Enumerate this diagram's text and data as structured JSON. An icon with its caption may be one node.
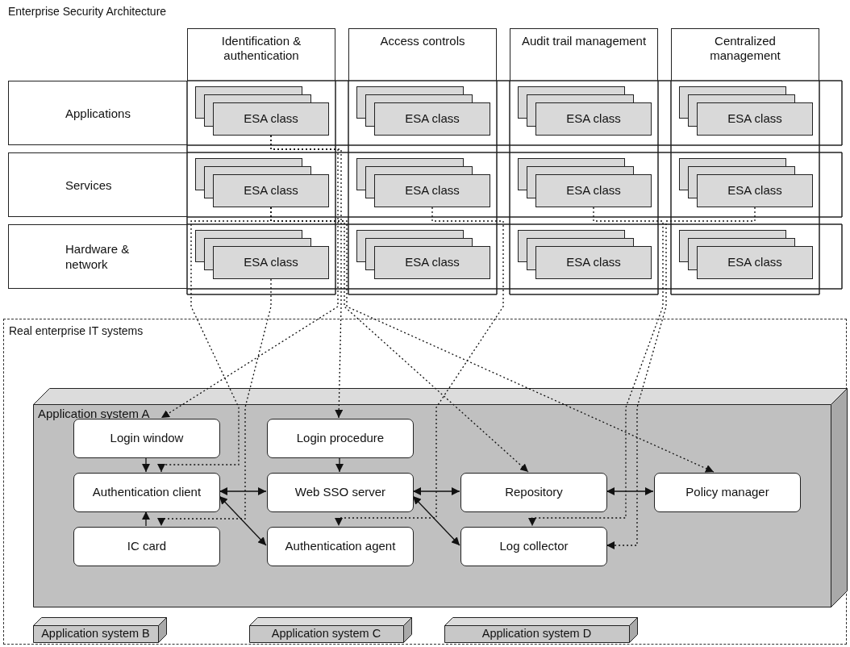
{
  "diagram": {
    "title": "Enterprise Security Architecture",
    "nodes": [
      {
        "text": [
          "Identification & authentication"
        ]
      },
      {
        "text": [
          "Access controls"
        ]
      },
      {
        "text": [
          "Audit trail management"
        ]
      },
      {
        "text": [
          "Centralized management"
        ]
      },
      {
        "text": [
          "Applications"
        ]
      },
      {
        "text": [
          "Services"
        ]
      },
      {
        "text": [
          "Hardware & network"
        ]
      },
      {
        "text": [
          "ESA class"
        ]
      },
      {
        "text": [
          "ESA class"
        ]
      },
      {
        "text": [
          "ESA class"
        ]
      },
      {
        "text": [
          "ESA class"
        ]
      },
      {
        "text": [
          "ESA class"
        ]
      },
      {
        "text": [
          "ESA class"
        ]
      },
      {
        "text": [
          "ESA class"
        ]
      },
      {
        "text": [
          "ESA class"
        ]
      },
      {
        "text": [
          "ESA class"
        ]
      },
      {
        "text": [
          "ESA class"
        ]
      },
      {
        "text": [
          "ESA class"
        ]
      },
      {
        "text": [
          "ESA class"
        ]
      },
      {
        "text": [
          "Real enterprise IT systems"
        ]
      },
      {
        "text": [
          "Application system A"
        ],
        "in": 19
      },
      {
        "text": [
          "Login window"
        ],
        "in": 20
      },
      {
        "text": [
          "Login procedure"
        ],
        "in": 20
      },
      {
        "text": [
          "Authentication client"
        ],
        "in": 20
      },
      {
        "text": [
          "Web SSO server"
        ],
        "in": 20
      },
      {
        "text": [
          "Repository"
        ],
        "in": 20
      },
      {
        "text": [
          "Policy manager"
        ],
        "in": 20
      },
      {
        "text": [
          "IC card"
        ],
        "in": 20
      },
      {
        "text": [
          "Authentication agent"
        ],
        "in": 20
      },
      {
        "text": [
          "Log collector"
        ],
        "in": 20
      },
      {
        "text": [
          "Application system B"
        ],
        "in": 19
      },
      {
        "text": [
          "Application system C"
        ],
        "in": 19
      },
      {
        "text": [
          "Application system D"
        ],
        "in": 19
      }
    ],
    "edges": [
      {
        "from": 7,
        "to": 21,
        "arrow": "to",
        "style": "dashed"
      },
      {
        "from": 7,
        "to": 22,
        "arrow": "to",
        "style": "dashed"
      },
      {
        "from": 11,
        "to": 23,
        "arrow": "to",
        "style": "dashed"
      },
      {
        "from": 11,
        "to": 25,
        "arrow": "to",
        "style": "dashed"
      },
      {
        "from": 11,
        "to": 26,
        "arrow": "to",
        "style": "dashed"
      },
      {
        "from": 15,
        "to": 27,
        "arrow": "to",
        "style": "dashed"
      },
      {
        "from": 12,
        "to": 28,
        "arrow": "to",
        "style": "dashed"
      },
      {
        "from": 13,
        "to": 29,
        "arrow": "to",
        "style": "dashed"
      },
      {
        "from": 14,
        "to": 29,
        "arrow": "to",
        "style": "dashed"
      },
      {
        "from": 21,
        "to": 23,
        "arrow": "to"
      },
      {
        "from": 27,
        "to": 23,
        "arrow": "to"
      },
      {
        "from": 22,
        "to": 24,
        "arrow": "to"
      },
      {
        "from": 23,
        "to": 24,
        "arrow": "both"
      },
      {
        "from": 23,
        "to": 28,
        "arrow": "both"
      },
      {
        "from": 24,
        "to": 25,
        "arrow": "both"
      },
      {
        "from": 24,
        "to": 29,
        "arrow": "both"
      },
      {
        "from": 25,
        "to": 26,
        "arrow": "both"
      }
    ]
  }
}
